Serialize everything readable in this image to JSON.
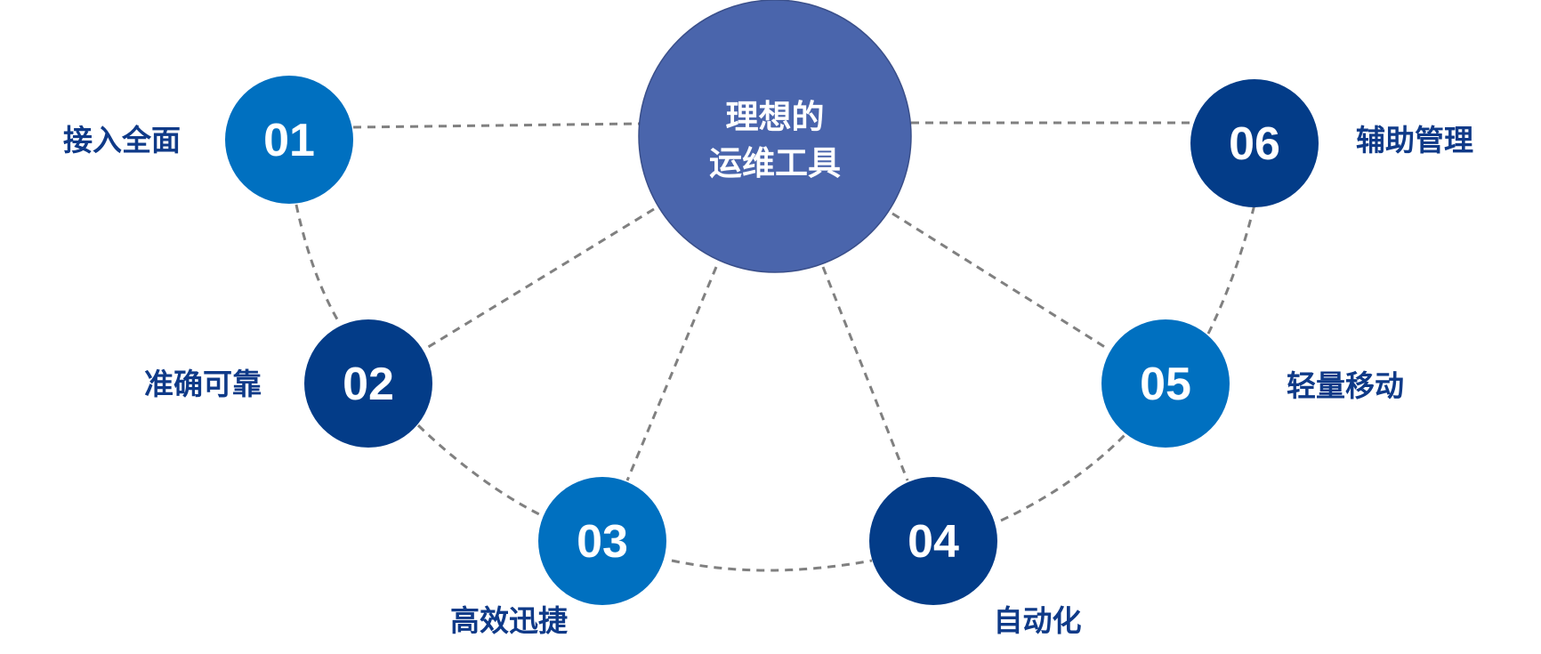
{
  "center": {
    "line1": "理想的",
    "line2": "运维工具",
    "color": "#4A65AC"
  },
  "colors": {
    "light": "#0070C0",
    "dark": "#033C88",
    "label": "#0F3A88",
    "connector": "#808080"
  },
  "nodes": [
    {
      "number": "01",
      "label": "接入全面",
      "tone": "light"
    },
    {
      "number": "02",
      "label": "准确可靠",
      "tone": "dark"
    },
    {
      "number": "03",
      "label": "高效迅捷",
      "tone": "light"
    },
    {
      "number": "04",
      "label": "自动化",
      "tone": "dark"
    },
    {
      "number": "05",
      "label": "轻量移动",
      "tone": "light"
    },
    {
      "number": "06",
      "label": "辅助管理",
      "tone": "dark"
    }
  ]
}
